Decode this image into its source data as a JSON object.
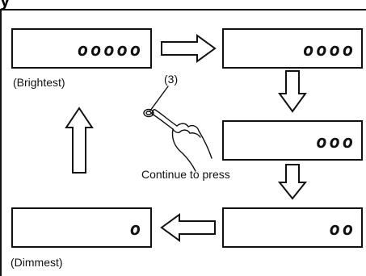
{
  "title_fragment": "y",
  "displays": [
    {
      "id": "d1",
      "digits": "ooooo"
    },
    {
      "id": "d2",
      "digits": "oooo"
    },
    {
      "id": "d3",
      "digits": "ooo"
    },
    {
      "id": "d4",
      "digits": "oo"
    },
    {
      "id": "d5",
      "digits": "o"
    }
  ],
  "labels": {
    "brightest": "(Brightest)",
    "dimmest": "(Dimmest)",
    "press_ref": "(3)",
    "continue": "Continue to press"
  }
}
